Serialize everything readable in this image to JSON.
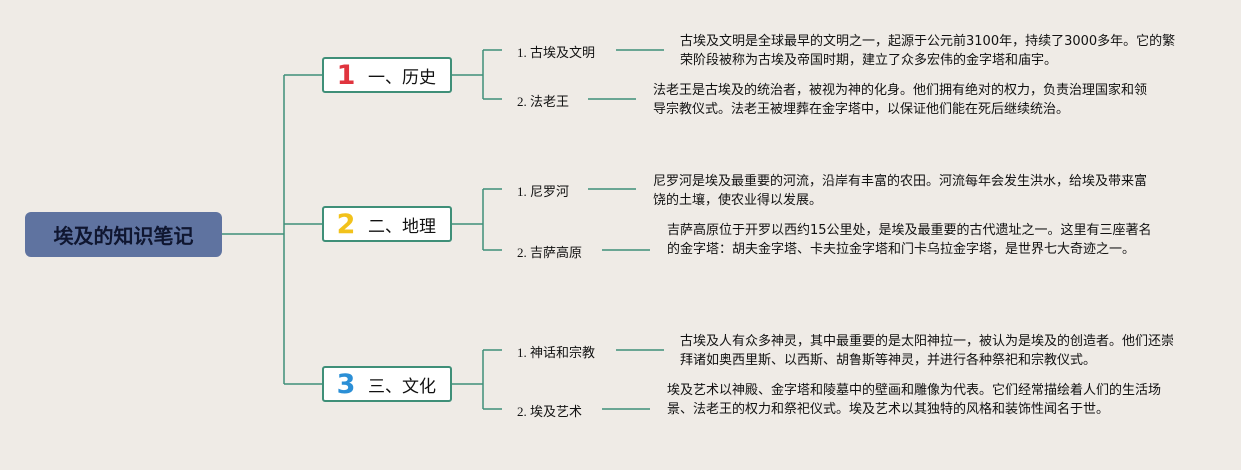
{
  "title": "埃及的知识笔记",
  "colors": {
    "background": "#efebe6",
    "root_fill": "#5f73a0",
    "connector": "#3f8f78",
    "num_1": "#e0343e",
    "num_2": "#f2c21b",
    "num_3": "#2b8fd6"
  },
  "sections": [
    {
      "number": "1",
      "label": "一、历史",
      "items": [
        {
          "label": "1. 古埃及文明",
          "note": "古埃及文明是全球最早的文明之一，起源于公元前3100年，持续了3000多年。它的繁荣阶段被称为古埃及帝国时期，建立了众多宏伟的金字塔和庙宇。"
        },
        {
          "label": "2. 法老王",
          "note": "法老王是古埃及的统治者，被视为神的化身。他们拥有绝对的权力，负责治理国家和领导宗教仪式。法老王被埋葬在金字塔中，以保证他们能在死后继续统治。"
        }
      ]
    },
    {
      "number": "2",
      "label": "二、地理",
      "items": [
        {
          "label": "1. 尼罗河",
          "note": "尼罗河是埃及最重要的河流，沿岸有丰富的农田。河流每年会发生洪水，给埃及带来富饶的土壤，使农业得以发展。"
        },
        {
          "label": "2. 吉萨高原",
          "note": "吉萨高原位于开罗以西约15公里处，是埃及最重要的古代遗址之一。这里有三座著名的金字塔：胡夫金字塔、卡夫拉金字塔和门卡乌拉金字塔，是世界七大奇迹之一。"
        }
      ]
    },
    {
      "number": "3",
      "label": "三、文化",
      "items": [
        {
          "label": "1. 神话和宗教",
          "note": "古埃及人有众多神灵，其中最重要的是太阳神拉一，被认为是埃及的创造者。他们还崇拜诸如奥西里斯、以西斯、胡鲁斯等神灵，并进行各种祭祀和宗教仪式。"
        },
        {
          "label": "2. 埃及艺术",
          "note": "埃及艺术以神殿、金字塔和陵墓中的壁画和雕像为代表。它们经常描绘着人们的生活场景、法老王的权力和祭祀仪式。埃及艺术以其独特的风格和装饰性闻名于世。"
        }
      ]
    }
  ]
}
